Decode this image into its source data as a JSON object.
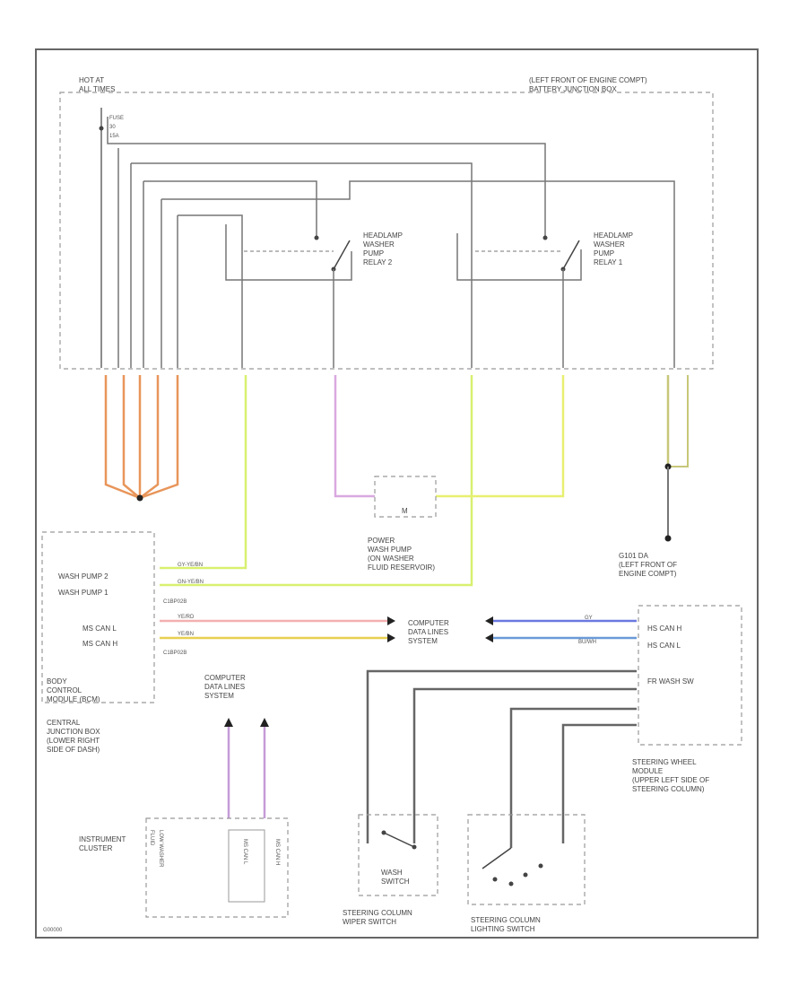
{
  "hot_at": "HOT AT\nALL TIMES",
  "fuse": "FUSE\n30\n15A",
  "battery_box": "(LEFT FRONT OF ENGINE COMPT)\nBATTERY JUNCTION BOX",
  "relay2": "HEADLAMP\nWASHER\nPUMP\nRELAY 2",
  "relay1": "HEADLAMP\nWASHER\nPUMP\nRELAY 1",
  "power_washer": "POWER\nWASH PUMP\n(ON WASHER\nFLUID RESERVOIR)",
  "motor_label": "M",
  "ground": "G101 DA\n(LEFT FRONT OF\nENGINE COMPT)",
  "bcm_pins": [
    "WASH PUMP 2",
    "WASH PUMP 1",
    "",
    "MS CAN L",
    "MS CAN H"
  ],
  "bcm_wires": [
    "GY-YE/BN",
    "GN-YE/BN",
    "C1BP02B",
    "YE/RD",
    "YE/BN",
    "C1BP02B"
  ],
  "bcm_title": "BODY\nCONTROL\nMODULE (BCM)",
  "central_jbox": "CENTRAL\nJUNCTION BOX\n(LOWER RIGHT\nSIDE OF DASH)",
  "cdls_center": "COMPUTER\nDATA LINES\nSYSTEM",
  "cdls_left": "COMPUTER\nDATA LINES\nSYSTEM",
  "sccm_wires": [
    "GY",
    "BU/WH"
  ],
  "sccm_pins": [
    "HS CAN H",
    "HS CAN L",
    "",
    "FR WASH SW",
    "",
    ""
  ],
  "sccm_title": "STEERING WHEEL\nMODULE\n(UPPER LEFT SIDE OF\nSTEERING COLUMN)",
  "ic_title": "INSTRUMENT\nCLUSTER",
  "ic_pins": [
    "LOW WASHER\nFLUID",
    "MS CAN L",
    "MS CAN H"
  ],
  "wiper_sw": "STEERING COLUMN\nWIPER SWITCH",
  "wash_switch": "WASH\nSWITCH",
  "lighting_sw": "STEERING COLUMN\nLIGHTING SWITCH",
  "footer": "G00000"
}
